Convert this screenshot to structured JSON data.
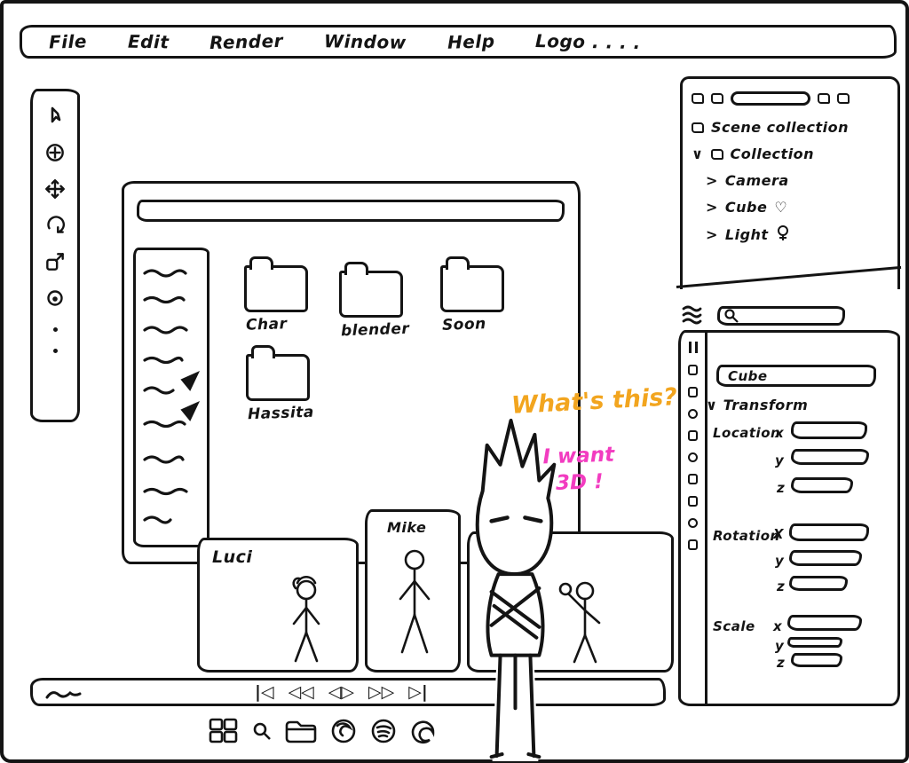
{
  "menubar": {
    "items": [
      "File",
      "Edit",
      "Render",
      "Window",
      "Help",
      "Logo . . . ."
    ]
  },
  "tools": {
    "names": [
      "select-cursor-tool",
      "cursor-add-tool",
      "move-tool",
      "rotate-tool",
      "scale-tool",
      "annotate-tool"
    ]
  },
  "viewport": {
    "folders": [
      {
        "name": "Char"
      },
      {
        "name": "blender"
      },
      {
        "name": "Soon"
      },
      {
        "name": "Hassita"
      }
    ],
    "cards": [
      {
        "name": "Luci"
      },
      {
        "name": "Mike"
      },
      {
        "name": ""
      }
    ]
  },
  "annotations": {
    "question": "What's this?",
    "answer_line1": "I want",
    "answer_line2": "3D !"
  },
  "outliner": {
    "scene_collection": "Scene collection",
    "collection_chevron": "∨",
    "collection": "Collection",
    "items": [
      {
        "chevron": ">",
        "label": "Camera",
        "suffix": ""
      },
      {
        "chevron": ">",
        "label": "Cube",
        "suffix": "♡"
      },
      {
        "chevron": ">",
        "label": "Light",
        "suffix": ""
      }
    ]
  },
  "properties": {
    "object_name": "Cube",
    "transform": {
      "chevron": "∨",
      "label": "Transform",
      "location": {
        "label": "Location",
        "x": "x",
        "y": "y",
        "z": "z"
      },
      "rotation": {
        "label": "Rotation",
        "x": "X",
        "y": "y",
        "z": "z"
      },
      "scale": {
        "label": "Scale",
        "x": "x",
        "y": "y",
        "z": "z"
      }
    },
    "tab_icons": [
      "pause-bars",
      "square",
      "square",
      "circle",
      "square",
      "circle",
      "square",
      "square",
      "circle",
      "square"
    ]
  },
  "timeline": {
    "controls": [
      "|◁",
      "◁◁",
      "◁▷",
      "▷▷",
      "▷|"
    ]
  },
  "taskbar": {
    "icons": [
      "windows-start",
      "search",
      "file-explorer",
      "firefox",
      "spotify",
      "edge"
    ]
  },
  "colors": {
    "ink": "#141414",
    "annotation_orange": "#f2a51f",
    "annotation_magenta": "#f23cc0"
  }
}
